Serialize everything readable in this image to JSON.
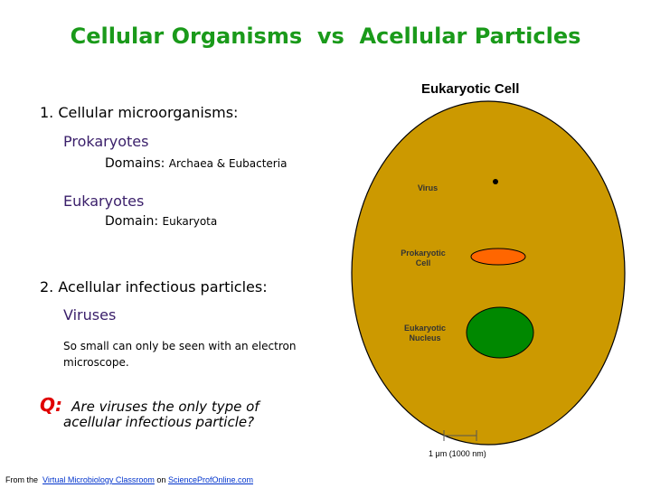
{
  "slide_title": "Cellular Organisms  vs  Acellular Particles",
  "section1": {
    "heading": "1. Cellular microorganisms:",
    "prokaryotes": {
      "label": "Prokaryotes",
      "domain_label": "Domains:",
      "domain_value": "Archaea & Eubacteria"
    },
    "eukaryotes": {
      "label": "Eukaryotes",
      "domain_label": "Domain:",
      "domain_value": "Eukaryota"
    }
  },
  "section2": {
    "heading": "2. Acellular infectious particles:",
    "viruses_label": "Viruses",
    "note_line1": "So small can only be seen with an electron",
    "note_line2": "microscope."
  },
  "question": {
    "label": "Q:",
    "line1": "Are viruses the only type of",
    "line2": "acellular infectious particle?"
  },
  "diagram": {
    "title": "Eukaryotic Cell",
    "virus_label": "Virus",
    "prokaryotic_label_line1": "Prokaryotic",
    "prokaryotic_label_line2": "Cell",
    "nucleus_label_line1": "Eukaryotic",
    "nucleus_label_line2": "Nucleus",
    "scale_label": "1 μm (1000 nm)",
    "colors": {
      "cell_fill": "#cc9900",
      "prokaryote_fill": "#ff6600",
      "nucleus_fill": "#008800",
      "outline": "#000000"
    }
  },
  "footer": {
    "prefix": "From the ",
    "link1": "Virtual Microbiology Classroom",
    "middle": " on ",
    "link2": "ScienceProfOnline.com"
  }
}
